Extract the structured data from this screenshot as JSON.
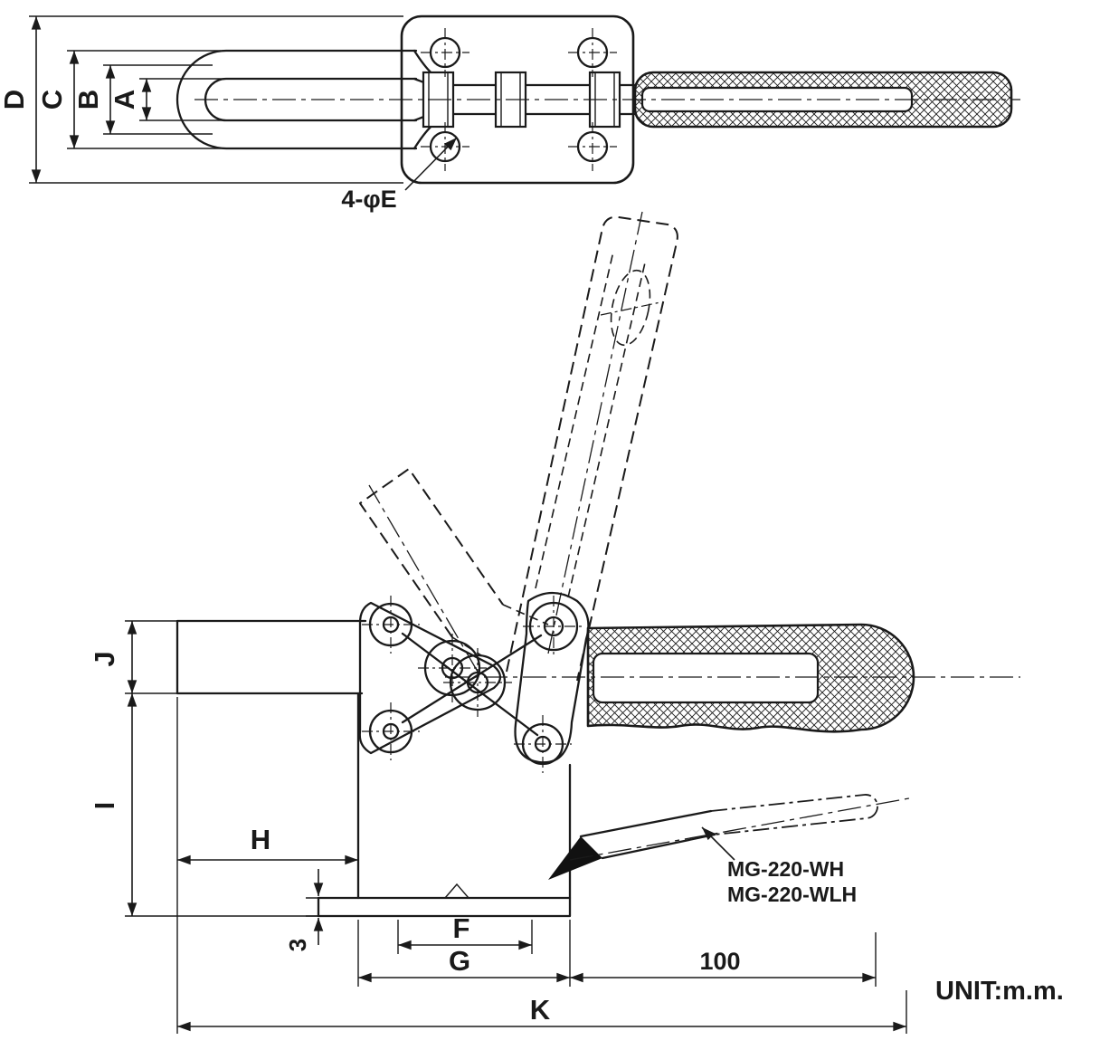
{
  "page": {
    "background": "#ffffff",
    "line_color": "#1a1a1a",
    "unit_note": "UNIT:m.m."
  },
  "top_view": {
    "dim_a": "A",
    "dim_b": "B",
    "dim_c": "C",
    "dim_d": "D",
    "hole_callout": "4-φE"
  },
  "side_view": {
    "dim_j": "J",
    "dim_i": "I",
    "dim_h": "H",
    "dim_base_thickness": "3",
    "dim_f": "F",
    "dim_g": "G",
    "dim_handle": "100",
    "dim_k": "K",
    "model_line1": "MG-220-WH",
    "model_line2": "MG-220-WLH"
  }
}
